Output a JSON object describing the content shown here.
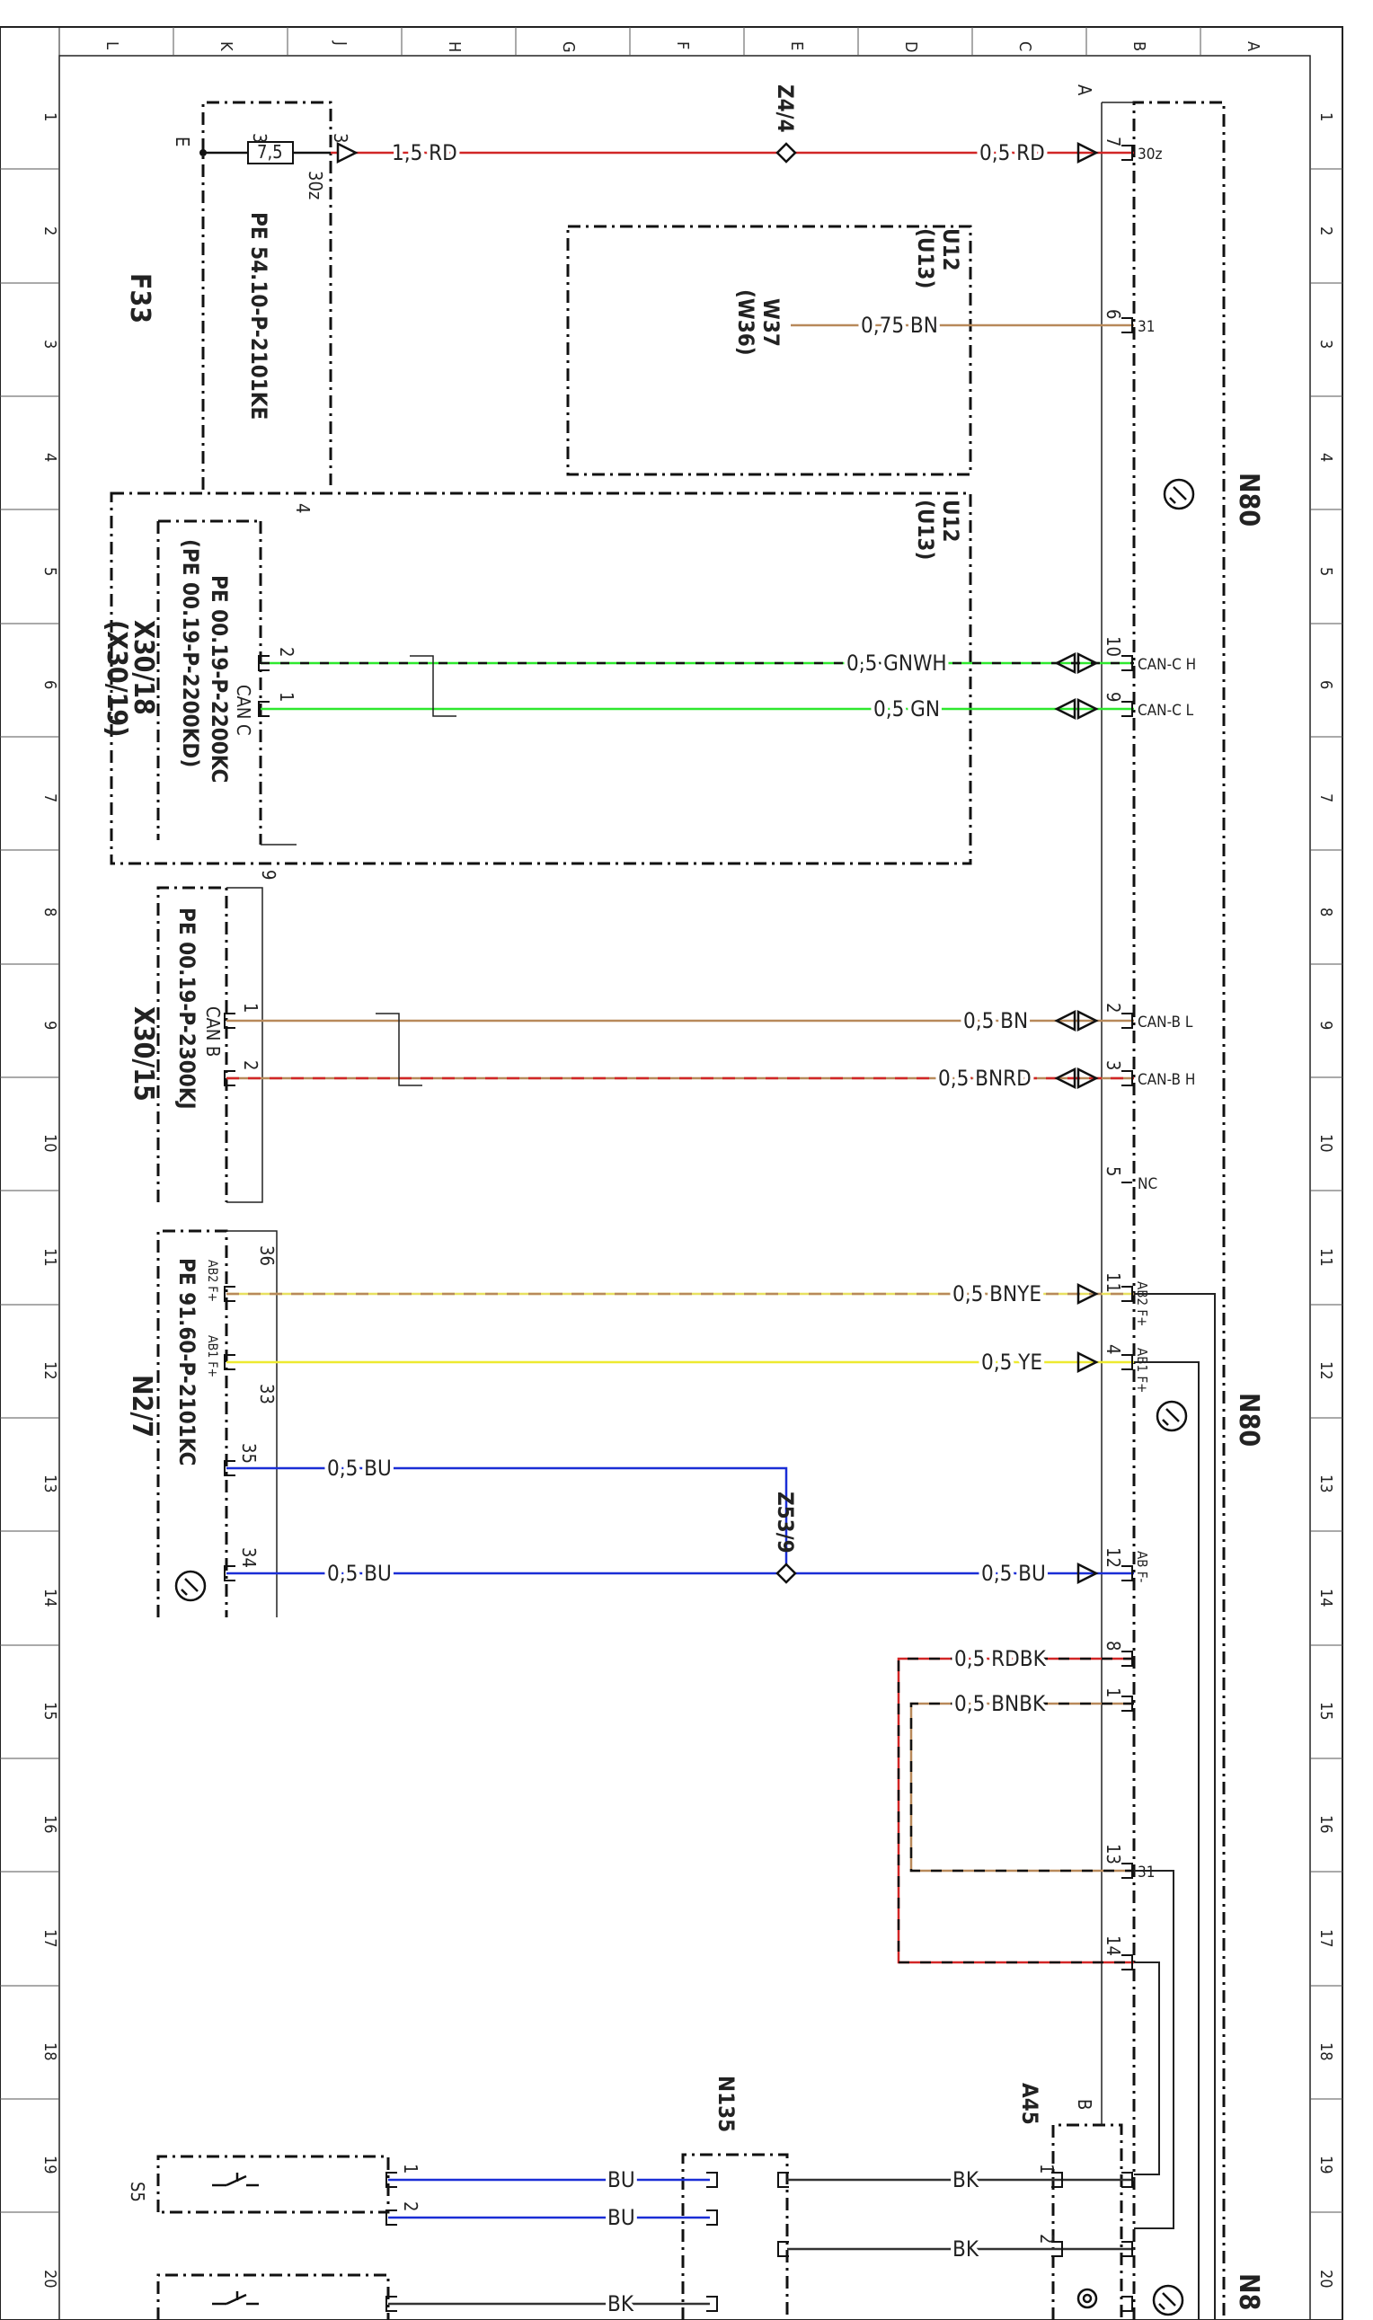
{
  "border": {
    "columns": [
      "L",
      "K",
      "J",
      "H",
      "G",
      "F",
      "E",
      "D",
      "C",
      "B",
      "A"
    ],
    "rows": [
      "1",
      "2",
      "3",
      "4",
      "5",
      "6",
      "7",
      "8",
      "9",
      "10",
      "11",
      "12",
      "13",
      "14",
      "15",
      "16",
      "17",
      "18",
      "19",
      "20"
    ]
  },
  "components": {
    "f33": "F33",
    "f33_fuse": "7,5",
    "f33_ref": "PE 54.10-P-2101KE",
    "f33_e": "E",
    "f33_pin3": "3",
    "f33_30z": "30z",
    "x30_18": "X30/18",
    "x30_19": "(X30/19)",
    "x30_18_ref1": "PE 00.19-P-2200KC",
    "x30_18_ref2": "(PE 00.19-P-2200KD)",
    "can_c": "CAN C",
    "x30_15": "X30/15",
    "x30_15_ref": "PE 00.19-P-2300KJ",
    "can_b": "CAN B",
    "n2_7": "N2/7",
    "n2_7_ref": "PE 91.60-P-2101KC",
    "ab2f": "AB2 F+",
    "ab1f": "AB1 F+",
    "u12_a": "U12",
    "u13_a": "(U13)",
    "u12_b": "U12",
    "u13_b": "(U13)",
    "w37": "W37",
    "w36": "(W36)",
    "z4_4": "Z4/4",
    "z53_9": "Z53/9",
    "n80": "N80",
    "n80_b": "N80",
    "n80_c": "N8",
    "n135": "N135",
    "a45": "A45",
    "s5": "S5",
    "a_label": "A",
    "b_label": "B",
    "x_pin4": "4",
    "x_pin9": "9"
  },
  "wires": [
    {
      "label": "1,5 RD"
    },
    {
      "label": "0,5 RD",
      "pin": "7",
      "term": "30z"
    },
    {
      "label": "0,75 BN",
      "pin": "6",
      "term": "31"
    },
    {
      "label": "0,5 GNWH",
      "pin": "10",
      "term": "CAN-C H",
      "xpin": "2"
    },
    {
      "label": "0,5 GN",
      "pin": "9",
      "term": "CAN-C L",
      "xpin": "1"
    },
    {
      "label": "0,5 BN",
      "pin": "2",
      "term": "CAN-B L",
      "xpin": "1"
    },
    {
      "label": "0,5 BNRD",
      "pin": "3",
      "term": "CAN-B H",
      "xpin": "2"
    },
    {
      "label": "",
      "pin": "5",
      "term": "NC"
    },
    {
      "label": "0,5 BNYE",
      "pin": "11",
      "term": "AB2 F+",
      "xpin": "36"
    },
    {
      "label": "0,5 YE",
      "pin": "4",
      "term": "AB1 F+",
      "xpin": "33"
    },
    {
      "label": "0,5 BU",
      "xpin": "35"
    },
    {
      "label": "0,5 BU",
      "xpin": "34"
    },
    {
      "label": "0,5 BU",
      "pin": "12",
      "term": "AB F-"
    },
    {
      "label": "0,5 RDBK",
      "pin": "8"
    },
    {
      "label": "0,5 BNBK",
      "pin": "1"
    },
    {
      "label": "",
      "pin": "13",
      "term": "31"
    },
    {
      "label": "",
      "pin": "14"
    },
    {
      "label": "BU",
      "xpin": "1"
    },
    {
      "label": "BU",
      "xpin": "2"
    },
    {
      "label": "BK",
      "xpin": "1"
    },
    {
      "label": "BK",
      "xpin": "2"
    },
    {
      "label": "BK"
    }
  ]
}
